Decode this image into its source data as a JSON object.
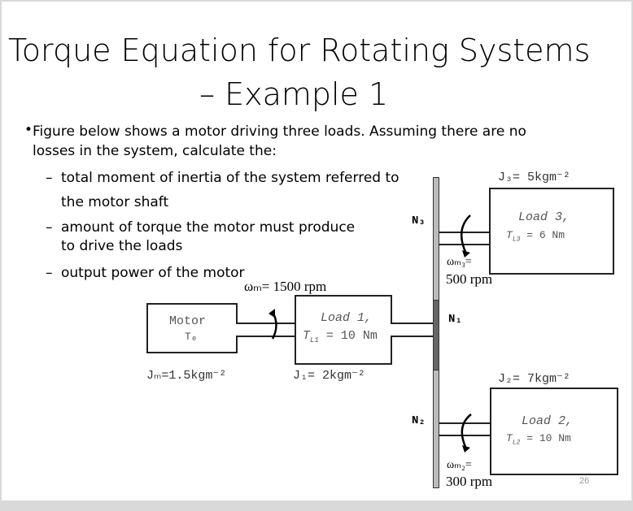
{
  "title": {
    "line1": "Torque Equation for Rotating Systems",
    "line2": "– Example 1"
  },
  "intro": {
    "line1": "Figure below shows a motor driving three loads. Assuming there are no",
    "line2": "losses in the system, calculate the:"
  },
  "items": [
    {
      "line1": "total moment of inertia of the system referred to",
      "line2": "the motor shaft"
    },
    {
      "line1": "amount of torque the motor must produce",
      "line2": "to drive the loads"
    },
    {
      "line1": "output power of the motor"
    }
  ],
  "diagram": {
    "motor": {
      "label": "Motor",
      "torque": "Tₑ",
      "inertia": "Jₘ=1.5kgm⁻²",
      "speed": "ωₘ= 1500 rpm"
    },
    "load1": {
      "label": "Load 1,",
      "torque": "T",
      "torque_sub": "L1",
      "torque_val": " = 10 Nm",
      "inertia": "J₁= 2kgm⁻²"
    },
    "load2": {
      "label": "Load 2,",
      "torque": "T",
      "torque_sub": "L2",
      "torque_val": " = 10 Nm",
      "inertia": "J₂= 7kgm⁻²",
      "speed_label": "ωₘ₂=",
      "speed": "300 rpm"
    },
    "load3": {
      "label": "Load  3,",
      "torque": "T",
      "torque_sub": "L3",
      "torque_val": " = 6  Nm",
      "inertia": "J₃= 5kgm⁻²",
      "speed_label": "ωₘ₃=",
      "speed": "500 rpm"
    },
    "gears": {
      "n1": "N₁",
      "n2": "N₂",
      "n3": "N₃"
    }
  },
  "page_number": "26"
}
